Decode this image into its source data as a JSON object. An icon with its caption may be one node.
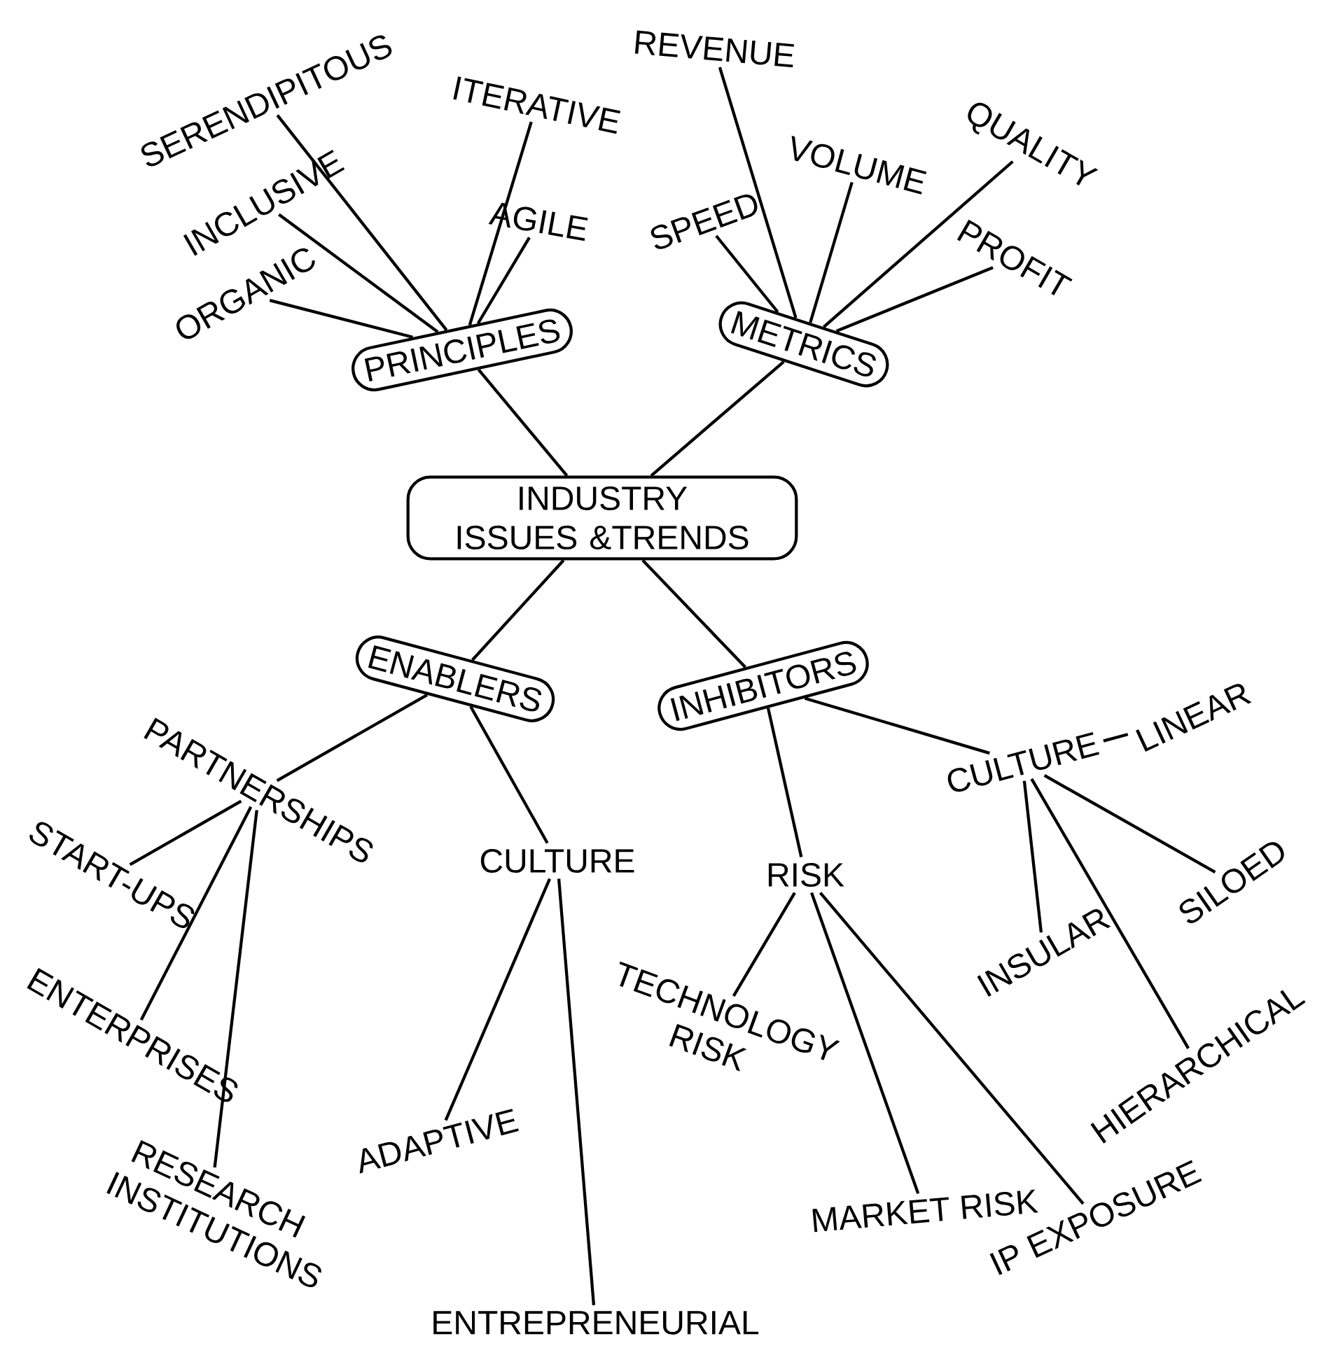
{
  "diagram": {
    "nodes": [
      {
        "text": [
          "INDUSTRY ISSUES &TRENDS"
        ]
      },
      {
        "text": [
          "PRINCIPLES"
        ]
      },
      {
        "text": [
          "METRICS"
        ]
      },
      {
        "text": [
          "ENABLERS"
        ]
      },
      {
        "text": [
          "INHIBITORS"
        ]
      },
      {
        "text": [
          "SERENDIPITOUS"
        ]
      },
      {
        "text": [
          "ITERATIVE"
        ]
      },
      {
        "text": [
          "INCLUSIVE"
        ]
      },
      {
        "text": [
          "AGILE"
        ]
      },
      {
        "text": [
          "ORGANIC"
        ]
      },
      {
        "text": [
          "REVENUE"
        ]
      },
      {
        "text": [
          "SPEED"
        ]
      },
      {
        "text": [
          "VOLUME"
        ]
      },
      {
        "text": [
          "QUALITY"
        ]
      },
      {
        "text": [
          "PROFIT"
        ]
      },
      {
        "text": [
          "PARTNERSHIPS"
        ]
      },
      {
        "text": [
          "START-UPS"
        ]
      },
      {
        "text": [
          "ENTERPRISES"
        ]
      },
      {
        "text": [
          "RESEARCH INSTITUTIONS"
        ]
      },
      {
        "text": [
          "CULTURE"
        ]
      },
      {
        "text": [
          "ADAPTIVE"
        ]
      },
      {
        "text": [
          "ENTREPRENEURIAL"
        ]
      },
      {
        "text": [
          "RISK"
        ]
      },
      {
        "text": [
          "TECHNOLOGY RISK"
        ]
      },
      {
        "text": [
          "MARKET RISK"
        ]
      },
      {
        "text": [
          "IP EXPOSURE"
        ]
      },
      {
        "text": [
          "CULTURE"
        ]
      },
      {
        "text": [
          "LINEAR"
        ]
      },
      {
        "text": [
          "INSULAR"
        ]
      },
      {
        "text": [
          "SILOED"
        ]
      },
      {
        "text": [
          "HIERARCHICAL"
        ]
      }
    ],
    "edges": [
      {
        "from": 1,
        "to": 0,
        "arrow": "none"
      },
      {
        "from": 2,
        "to": 0,
        "arrow": "none"
      },
      {
        "from": 0,
        "to": 3,
        "arrow": "none"
      },
      {
        "from": 0,
        "to": 4,
        "arrow": "none"
      },
      {
        "from": 5,
        "to": 1,
        "arrow": "none"
      },
      {
        "from": 6,
        "to": 1,
        "arrow": "none"
      },
      {
        "from": 7,
        "to": 1,
        "arrow": "none"
      },
      {
        "from": 8,
        "to": 1,
        "arrow": "none"
      },
      {
        "from": 9,
        "to": 1,
        "arrow": "none"
      },
      {
        "from": 10,
        "to": 2,
        "arrow": "none"
      },
      {
        "from": 11,
        "to": 2,
        "arrow": "none"
      },
      {
        "from": 12,
        "to": 2,
        "arrow": "none"
      },
      {
        "from": 13,
        "to": 2,
        "arrow": "none"
      },
      {
        "from": 14,
        "to": 2,
        "arrow": "none"
      },
      {
        "from": 15,
        "to": 3,
        "arrow": "none"
      },
      {
        "from": 16,
        "to": 15,
        "arrow": "none"
      },
      {
        "from": 17,
        "to": 15,
        "arrow": "none"
      },
      {
        "from": 18,
        "to": 15,
        "arrow": "none"
      },
      {
        "from": 19,
        "to": 3,
        "arrow": "none"
      },
      {
        "from": 20,
        "to": 19,
        "arrow": "none"
      },
      {
        "from": 21,
        "to": 19,
        "arrow": "none"
      },
      {
        "from": 22,
        "to": 4,
        "arrow": "none"
      },
      {
        "from": 23,
        "to": 22,
        "arrow": "none"
      },
      {
        "from": 24,
        "to": 22,
        "arrow": "none"
      },
      {
        "from": 25,
        "to": 22,
        "arrow": "none"
      },
      {
        "from": 26,
        "to": 4,
        "arrow": "none"
      },
      {
        "from": 27,
        "to": 26,
        "arrow": "none"
      },
      {
        "from": 28,
        "to": 26,
        "arrow": "none"
      },
      {
        "from": 29,
        "to": 26,
        "arrow": "none"
      },
      {
        "from": 30,
        "to": 26,
        "arrow": "none"
      }
    ]
  }
}
